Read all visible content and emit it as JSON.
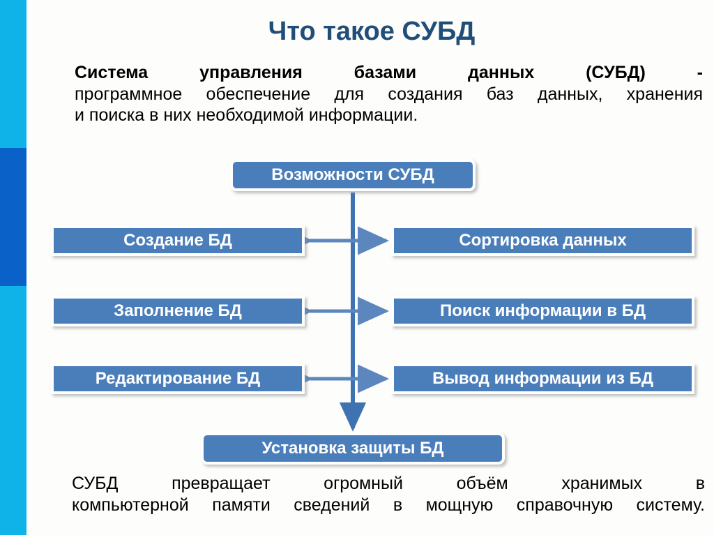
{
  "slide": {
    "title": "Что такое СУБД",
    "intro_bold": "Система управления базами данных (СУБД) -",
    "intro_rest": "программное обеспечение для создания баз данных, хранения и поиска в них необходимой информации.",
    "intro_line1": "Система управления базами данных (СУБД) -",
    "intro_line2": "программное обеспечение для создания баз данных, хранения",
    "intro_line3": "и поиска в них необходимой информации.",
    "outro_line1": "СУБД превращает огромный объём хранимых в",
    "outro_line2": "компьютерной памяти сведений в мощную справочную систему."
  },
  "diagram": {
    "root": "Возможности СУБД",
    "bottom": "Установка защиты БД",
    "left_nodes": [
      "Создание БД",
      "Заполнение БД",
      "Редактирование БД"
    ],
    "right_nodes": [
      "Сортировка данных",
      "Поиск информации в БД",
      "Вывод информации из БД"
    ]
  },
  "colors": {
    "title_text": "#1f4e79",
    "node_fill": "#4a7ebb",
    "node_border": "#ffffff",
    "node_text": "#ffffff",
    "connector": "#3f72b0",
    "arrow": "#5b86be",
    "rail_light": "#0fb3e8",
    "rail_dark": "#0a62c9",
    "background": "#fdfdfb",
    "body_text": "#000000"
  }
}
